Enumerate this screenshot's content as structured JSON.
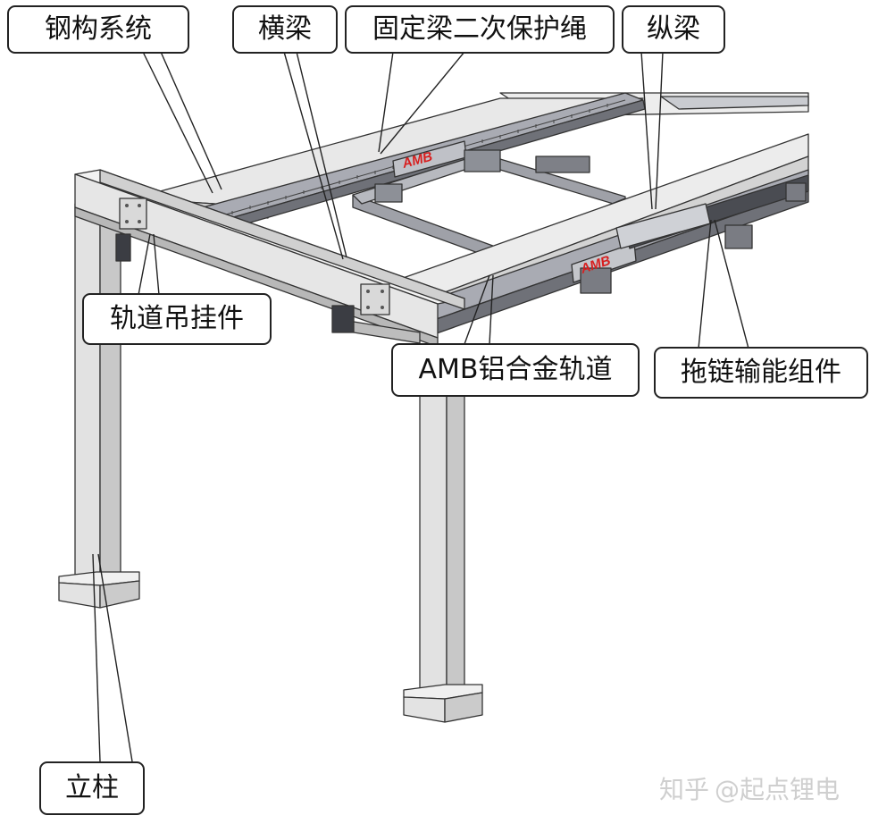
{
  "labels": {
    "steel_system": "钢构系统",
    "cross_beam": "横梁",
    "safety_rope": "固定梁二次保护绳",
    "longitudinal_beam": "纵梁",
    "rail_hanger": "轨道吊挂件",
    "aluminum_rail": "AMB铝合金轨道",
    "drag_chain": "拖链输能组件",
    "column": "立柱"
  },
  "rail_logo": "AMB",
  "watermark": {
    "platform": "知乎",
    "author": "@起点锂电"
  },
  "colors": {
    "steel": "#e6e6e6",
    "steel_dark": "#bdbdbd",
    "rail": "#a9abb3",
    "rail_dark": "#6f7178",
    "logo": "#d81e1e",
    "outline": "#333333"
  }
}
